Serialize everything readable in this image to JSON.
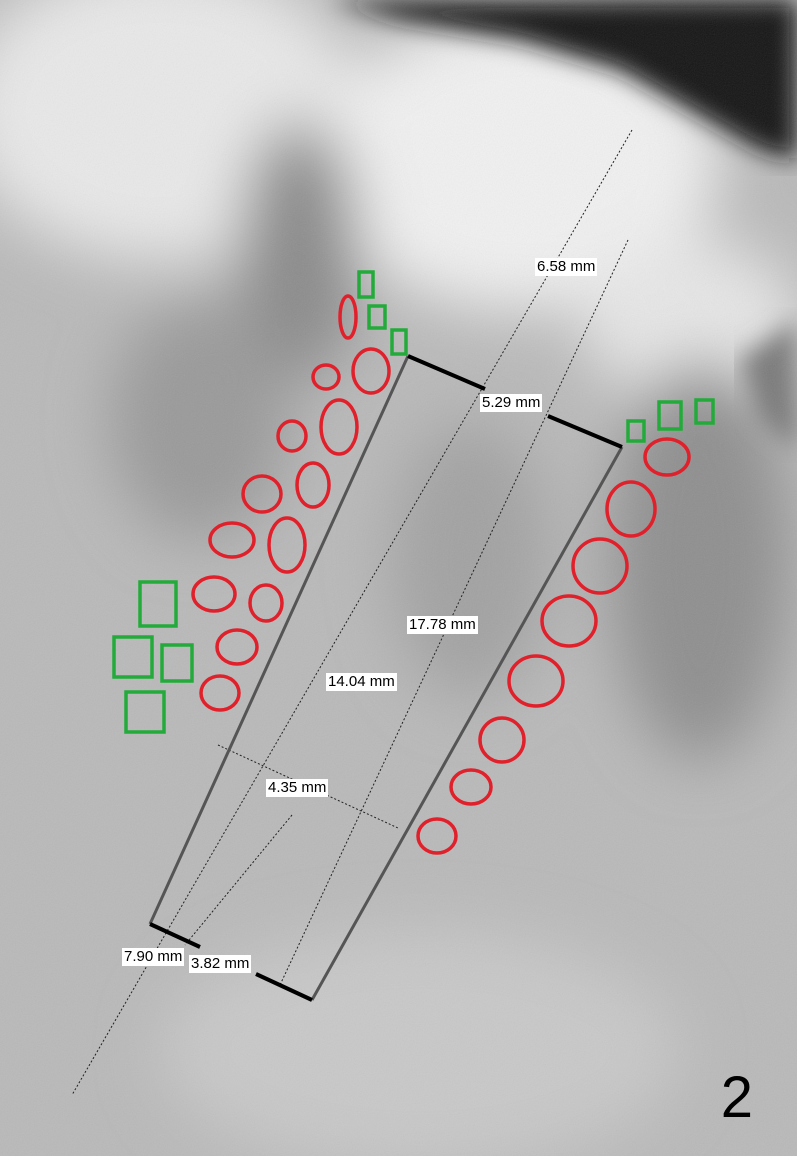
{
  "figure_number": "2",
  "measurements": {
    "m1": "6.58 mm",
    "m2": "5.29 mm",
    "m3": "17.78 mm",
    "m4": "14.04 mm",
    "m5": "4.35 mm",
    "m6": "7.90 mm",
    "m7": "3.82 mm"
  },
  "colors": {
    "ring": "#e0202a",
    "box": "#22aa3a",
    "implant_line": "#555555"
  }
}
